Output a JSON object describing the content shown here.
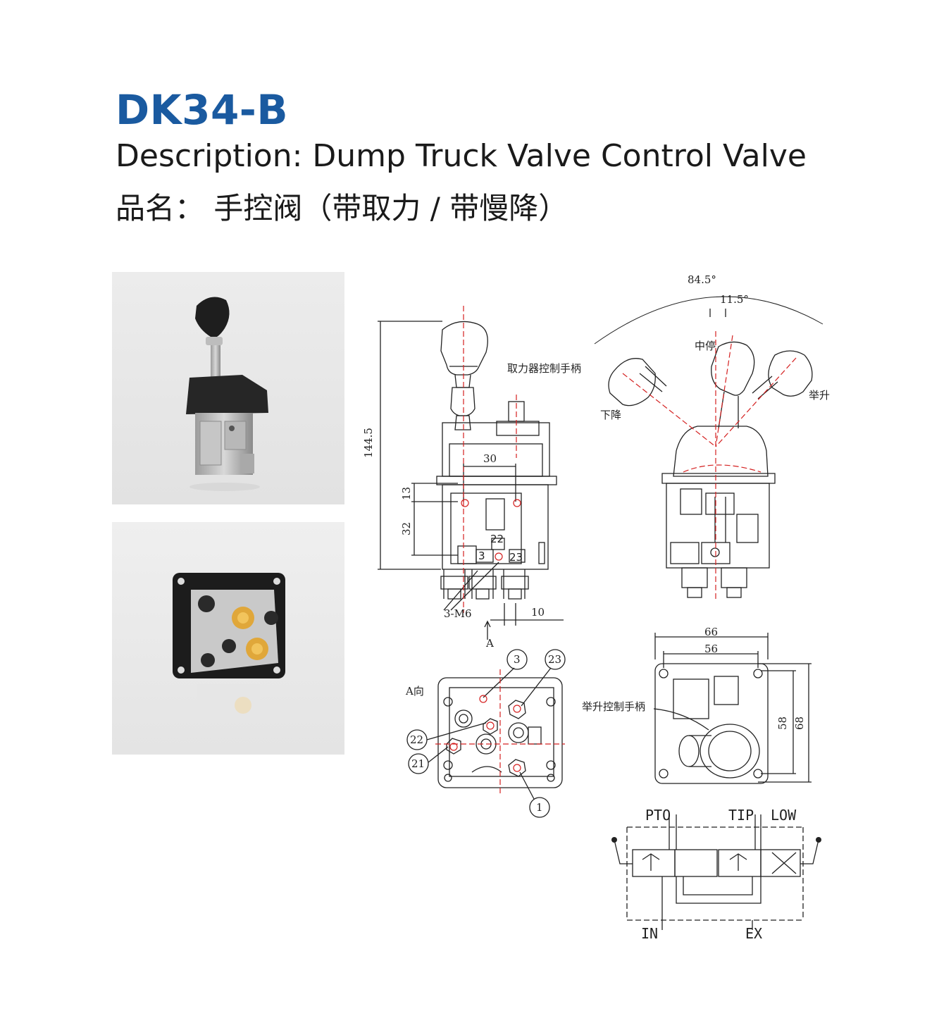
{
  "header": {
    "title": "DK34-B",
    "description": "Description: Dump Truck Valve Control Valve",
    "product_name": "品名： 手控阀（带取力 / 带慢降）"
  },
  "drawing": {
    "dim_144_5": "144.5",
    "dim_30": "30",
    "dim_13": "13",
    "dim_32": "32",
    "port_22": "22",
    "port_3": "3",
    "port_23": "23",
    "thread": "3-M6",
    "dim_10": "10",
    "view_arrow": "A",
    "pto_handle": "取力器控制手柄",
    "angle_total": "84.5°",
    "angle_small": "11.5°",
    "pos_middle": "中停",
    "pos_lift": "举升",
    "pos_lower": "下降",
    "view_a": "A向",
    "circle_3": "3",
    "circle_23": "23",
    "circle_22": "22",
    "circle_21": "21",
    "circle_1": "1",
    "dim_66": "66",
    "dim_56": "56",
    "dim_58": "58",
    "dim_68": "68",
    "lift_handle": "举升控制手柄",
    "schem_pto": "PTO",
    "schem_tip": "TIP",
    "schem_low": "LOW",
    "schem_in": "IN",
    "schem_ex": "EX"
  },
  "colors": {
    "title_blue": "#1a5aa0",
    "drawing_red": "#d42020"
  }
}
